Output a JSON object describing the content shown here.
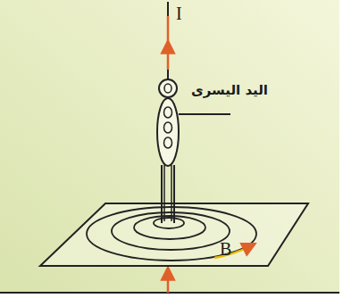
{
  "diagram": {
    "labels": [
      "I",
      "اليد اليسرى",
      "B"
    ]
  }
}
